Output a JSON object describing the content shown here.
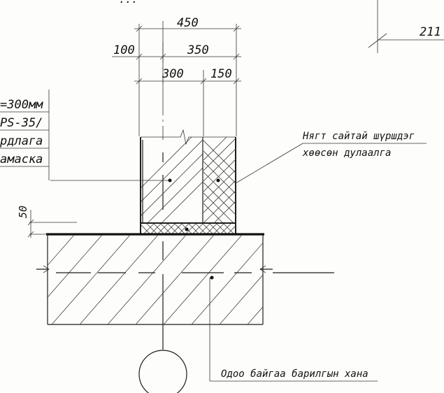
{
  "header": {
    "cut_title": "..."
  },
  "dimensions": {
    "total_width": "450",
    "offset": "100",
    "wall_width": "350",
    "block_width": "300",
    "insulation_width": "150",
    "gap_height": "50",
    "level_mark": "211"
  },
  "left_notes": [
    "=300мм",
    "PS-35/",
    "рдлага",
    "амаска"
  ],
  "callouts": {
    "insulation_line1": "Нягт сайтай шүршдэг",
    "insulation_line2": "хөөсөн дулаалга",
    "existing_wall": "Одоо байгаа барилгын хана"
  }
}
